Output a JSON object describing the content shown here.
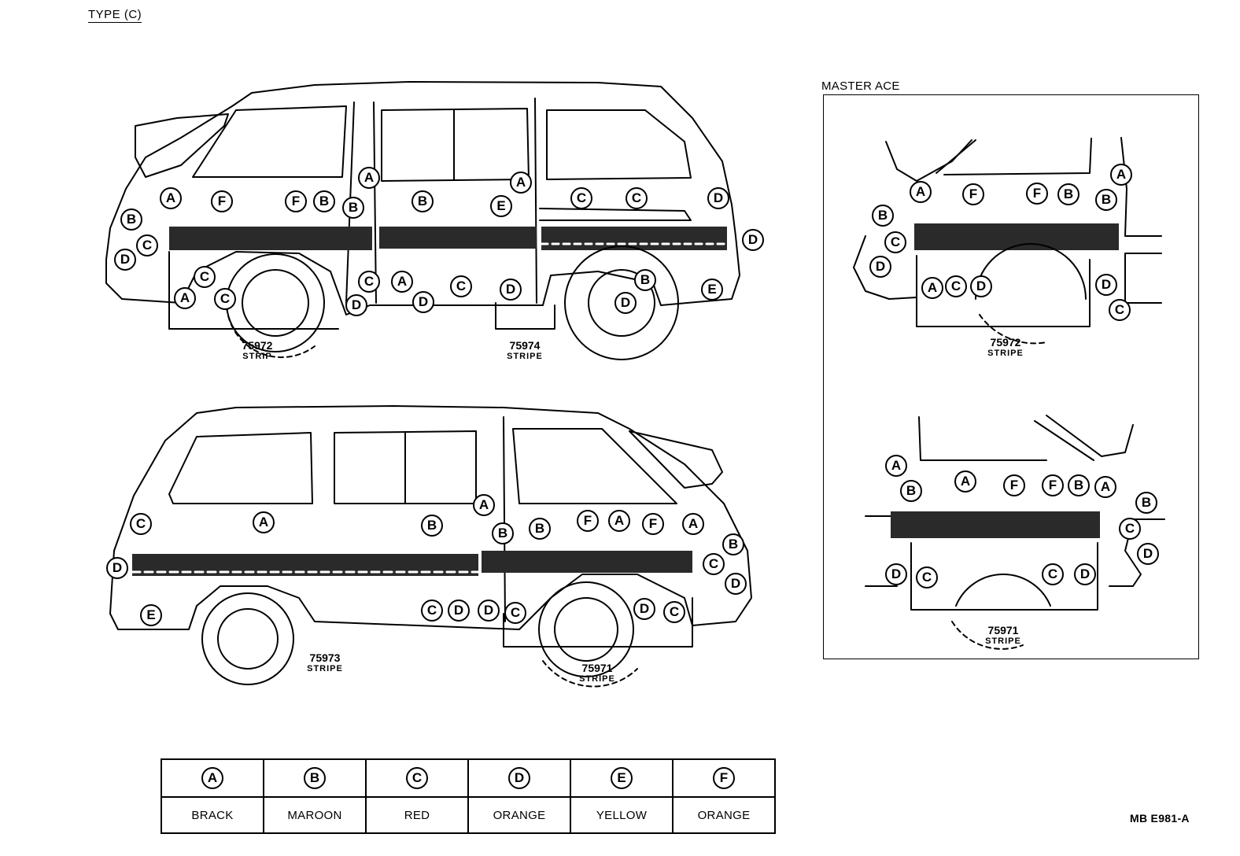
{
  "title": "TYPE (C)",
  "inset_title": "MASTER ACE",
  "doc_id": "MB E981-A",
  "part_numbers": {
    "p75972_top": {
      "number": "75972",
      "name": "STRIP"
    },
    "p75974": {
      "number": "75974",
      "name": "STRIPE"
    },
    "p75973": {
      "number": "75973",
      "name": "STRIPE"
    },
    "p75971_bottom": {
      "number": "75971",
      "name": "STRIPE"
    },
    "p75972_inset": {
      "number": "75972",
      "name": "STRIPE"
    },
    "p75971_inset": {
      "number": "75971",
      "name": "STRIPE"
    }
  },
  "legend": [
    {
      "key": "A",
      "color_name": "BRACK"
    },
    {
      "key": "B",
      "color_name": "MAROON"
    },
    {
      "key": "C",
      "color_name": "RED"
    },
    {
      "key": "D",
      "color_name": "ORANGE"
    },
    {
      "key": "E",
      "color_name": "YELLOW"
    },
    {
      "key": "F",
      "color_name": "ORANGE"
    }
  ],
  "callouts": {
    "top": [
      "B",
      "A",
      "C",
      "D",
      "F",
      "F",
      "B",
      "B",
      "A",
      "C",
      "C",
      "A",
      "B",
      "C",
      "E",
      "A",
      "C",
      "C",
      "D",
      "A",
      "C",
      "D",
      "D",
      "D",
      "D",
      "B",
      "D",
      "E"
    ],
    "bottom": [
      "C",
      "A",
      "B",
      "A",
      "D",
      "E",
      "C",
      "D",
      "D",
      "B",
      "B",
      "F",
      "A",
      "F",
      "A",
      "B",
      "C",
      "D",
      "C",
      "D",
      "C"
    ],
    "inset_top": [
      "A",
      "F",
      "F",
      "B",
      "B",
      "A",
      "B",
      "C",
      "D",
      "A",
      "C",
      "D",
      "D",
      "C"
    ],
    "inset_bottom": [
      "A",
      "B",
      "A",
      "F",
      "F",
      "B",
      "A",
      "B",
      "C",
      "D",
      "D",
      "C",
      "C",
      "D"
    ]
  },
  "colors": {
    "line": "#000000",
    "stripe_fill": "#2a2a2a",
    "background": "#ffffff"
  }
}
